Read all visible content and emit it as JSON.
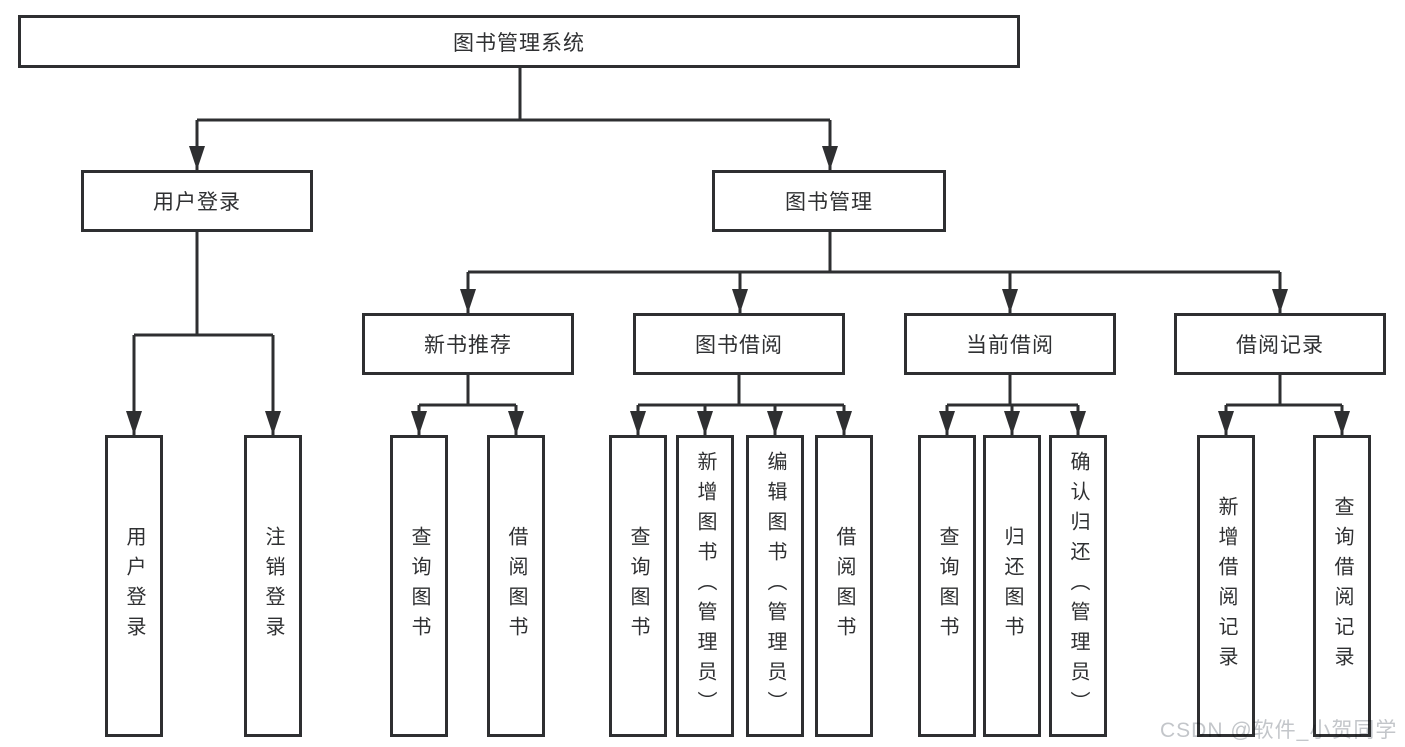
{
  "diagram": {
    "root": "图书管理系统",
    "user_login": {
      "label": "用户登录",
      "children": [
        "用户登录",
        "注销登录"
      ]
    },
    "book_management": {
      "label": "图书管理",
      "sections": [
        {
          "label": "新书推荐",
          "children": [
            "查询图书",
            "借阅图书"
          ]
        },
        {
          "label": "图书借阅",
          "children": [
            "查询图书",
            "新增图书（管理员）",
            "编辑图书（管理员）",
            "借阅图书"
          ]
        },
        {
          "label": "当前借阅",
          "children": [
            "查询图书",
            "归还图书",
            "确认归还（管理员）"
          ]
        },
        {
          "label": "借阅记录",
          "children": [
            "新增借阅记录",
            "查询借阅记录"
          ]
        }
      ]
    }
  },
  "watermark": "CSDN @软件_小贺同学",
  "colors": {
    "line": "#2e2f31",
    "box_border": "#2e2f31",
    "text": "#2f3032",
    "watermark": "#c3c6ca"
  }
}
